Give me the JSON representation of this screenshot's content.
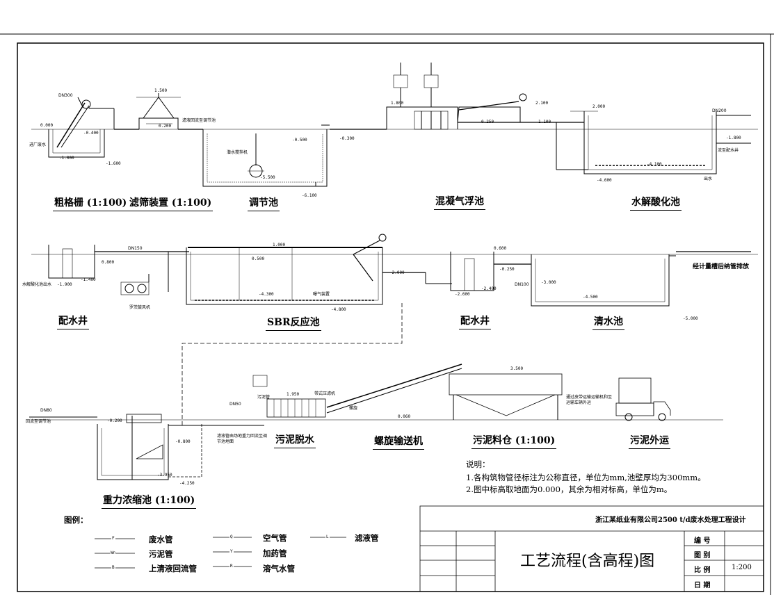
{
  "titles": {
    "coarse_screen": "粗格栅 (1:100)",
    "filter_screen": "滤筛装置 (1:100)",
    "equalization": "调节池",
    "flotation": "混凝气浮池",
    "hydrolysis": "水解酸化池",
    "dist_well_1": "配水井",
    "sbr": "SBR反应池",
    "dist_well_2": "配水井",
    "clear_water": "清水池",
    "sludge_dewater": "污泥脱水",
    "screw_conveyor": "螺旋输送机",
    "sludge_silo": "污泥料仓 (1:100)",
    "sludge_out": "污泥外运",
    "thickener": "重力浓缩池 (1:100)"
  },
  "labels": {
    "inflow": "进厂废水",
    "hydro_out": "水解酸化池出水",
    "blower": "罗茨鼓风机",
    "discharge": "经计量槽后纳管排放",
    "back_to_eq": "回流至调节池",
    "filtrate_note1": "滤液管由场地重力回流至调",
    "filtrate_note2": "节池地面",
    "truck_note1": "通过皮带运输运输机和至",
    "truck_note2": "运输车辆外运",
    "to_well": "流至配水井",
    "filter_note": "滤液回流至调节池",
    "mixer": "潜水搅拌机",
    "aerator": "曝气装置",
    "sludge_pipe": "污泥管",
    "filter_press_feed": "带式压滤机",
    "screw_label": "螺旋",
    "water_sink": "出水",
    "dn300": "DN300",
    "dn150": "DN150",
    "dn100": "DN100",
    "dn50": "DN50",
    "dn80": "DN80",
    "dn200": "DN200"
  },
  "elevations": {
    "e0": "0.000",
    "e1": "1.500",
    "e2": "-1.000",
    "e3": "-1.600",
    "e4": "-0.400",
    "e5": "-0.500",
    "e6": "-5.500",
    "e7": "-6.100",
    "e8": "0.200",
    "e9": "-0.300",
    "e10": "1.800",
    "e11": "0.250",
    "e12": "2.100",
    "e13": "1.100",
    "e14": "2.000",
    "e15": "-4.100",
    "e16": "-4.600",
    "e17": "-1.800",
    "e18": "0.800",
    "e19": "1.000",
    "e20": "-1.900",
    "e21": "-1.400",
    "e22": "-4.300",
    "e23": "-4.800",
    "e24": "-2.000",
    "e25": "0.600",
    "e26": "-0.250",
    "e27": "-2.600",
    "e28": "-2.400",
    "e29": "-3.000",
    "e30": "-4.500",
    "e31": "-5.000",
    "e32": "-0.800",
    "e33": "-3.950",
    "e34": "-4.250",
    "e35": "3.500",
    "e36": "1.950",
    "e37": "0.500",
    "e38": "-0.200",
    "e39": "0.060"
  },
  "notes": {
    "heading": "说明：",
    "line1": "1.各构筑物管径标注为公称直径，单位为mm,池壁厚均为300mm。",
    "line2": "2.图中标高取地面为0.000，其余为相对标高，单位为m。"
  },
  "legend": {
    "heading": "图例：",
    "items": [
      {
        "code": "F",
        "label": "废水管"
      },
      {
        "code": "Wn",
        "label": "污泥管"
      },
      {
        "code": "B",
        "label": "上清液回流管"
      },
      {
        "code": "Q",
        "label": "空气管"
      },
      {
        "code": "Y",
        "label": "加药管"
      },
      {
        "code": "R",
        "label": "溶气水管"
      },
      {
        "code": "L",
        "label": "滤液管"
      }
    ]
  },
  "title_block": {
    "project": "浙江某纸业有限公司2500 t/d废水处理工程设计",
    "drawing_title": "工艺流程(含高程)图",
    "row_labels": [
      "编 号",
      "图 别",
      "比 例",
      "日 期"
    ],
    "scale": "1:200"
  }
}
